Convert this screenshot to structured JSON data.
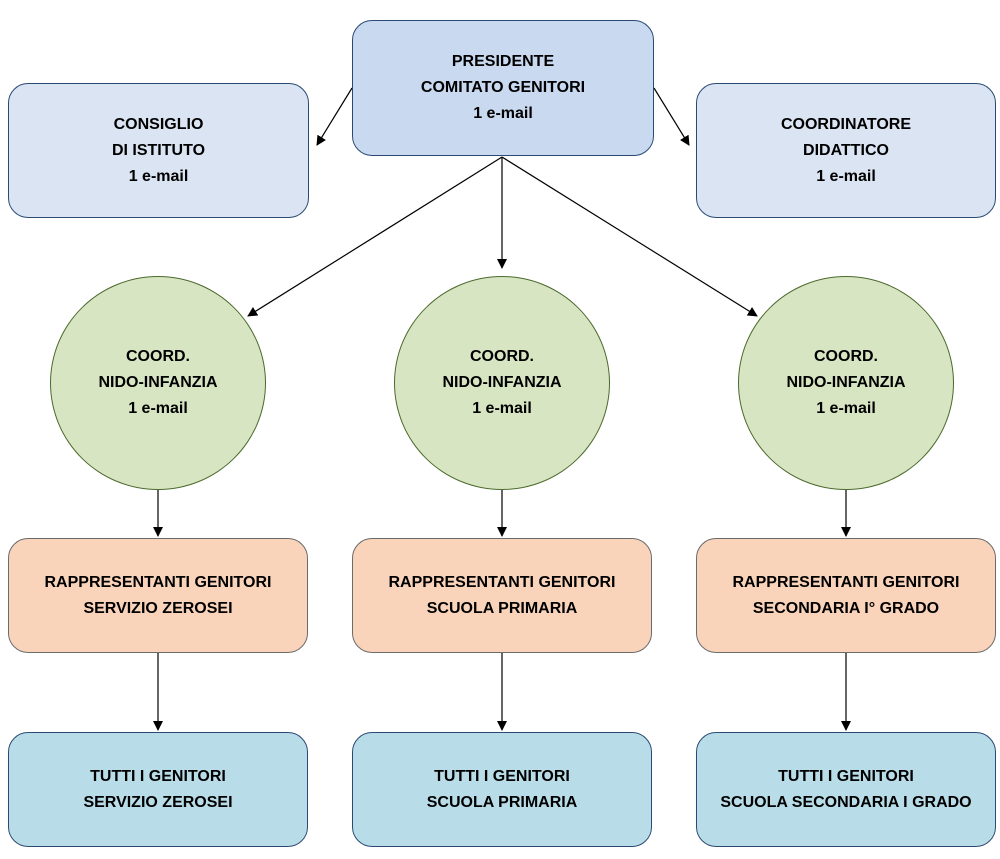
{
  "colors": {
    "president_fill": "#c9d9f0",
    "top_side_fill": "#dae4f2",
    "top_border": "#2b4a73",
    "circle_fill": "#d8e5c2",
    "circle_border": "#4b6a2d",
    "rep_fill": "#f9d4bb",
    "rep_border": "#6b6b6b",
    "parents_fill": "#b8dde8",
    "parents_border": "#2b4a73",
    "arrow": "#000000"
  },
  "nodes": {
    "president": {
      "line1": "PRESIDENTE",
      "line2": "COMITATO GENITORI",
      "line3": "1 e-mail"
    },
    "consiglio": {
      "line1": "CONSIGLIO",
      "line2": "DI ISTITUTO",
      "line3": "1 e-mail"
    },
    "coordinatore": {
      "line1": "COORDINATORE",
      "line2": "DIDATTICO",
      "line3": "1 e-mail"
    },
    "coord_1": {
      "line1": "COORD.",
      "line2": "NIDO-INFANZIA",
      "line3": "1 e-mail"
    },
    "coord_2": {
      "line1": "COORD.",
      "line2": "NIDO-INFANZIA",
      "line3": "1 e-mail"
    },
    "coord_3": {
      "line1": "COORD.",
      "line2": "NIDO-INFANZIA",
      "line3": "1 e-mail"
    },
    "rep_1": {
      "line1": "RAPPRESENTANTI GENITORI",
      "line2": "SERVIZIO ZEROSEI"
    },
    "rep_2": {
      "line1": "RAPPRESENTANTI GENITORI",
      "line2": "SCUOLA PRIMARIA"
    },
    "rep_3": {
      "line1": "RAPPRESENTANTI GENITORI",
      "line2": "SECONDARIA I° GRADO"
    },
    "all_1": {
      "line1": "TUTTI I GENITORI",
      "line2": "SERVIZIO ZEROSEI"
    },
    "all_2": {
      "line1": "TUTTI I GENITORI",
      "line2": "SCUOLA PRIMARIA"
    },
    "all_3": {
      "line1": "TUTTI I GENITORI",
      "line2": "SCUOLA SECONDARIA I GRADO"
    }
  }
}
